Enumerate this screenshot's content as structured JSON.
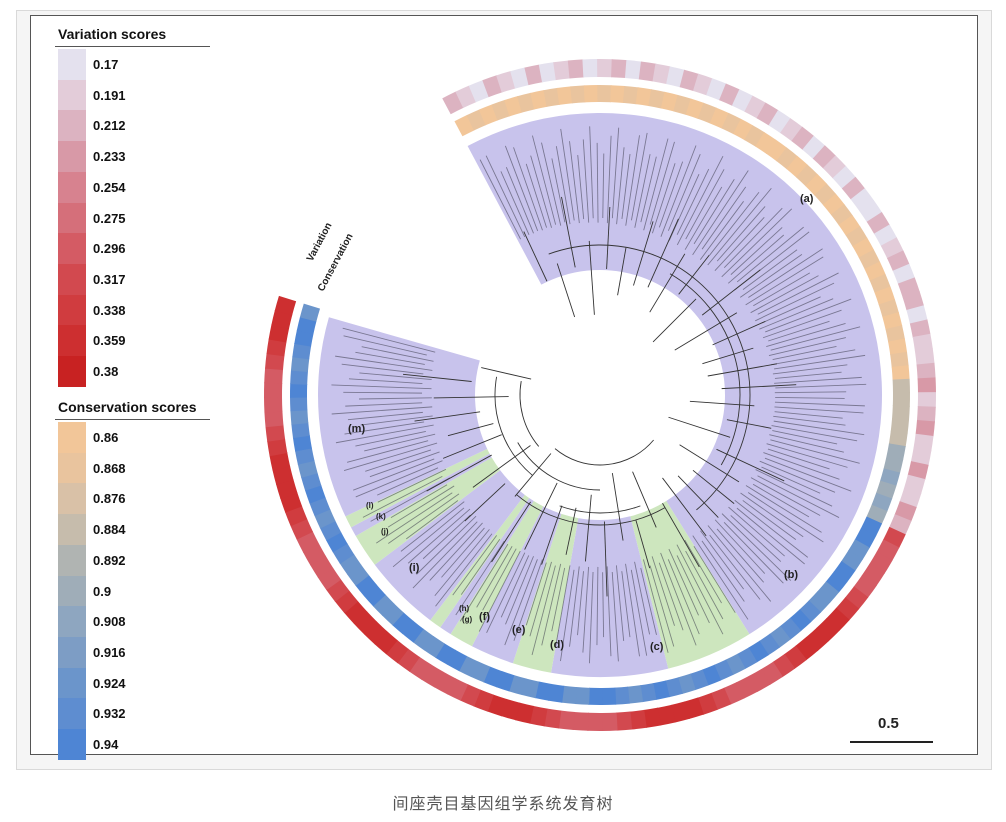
{
  "variation_legend": {
    "title": "Variation scores",
    "items": [
      {
        "value": "0.17",
        "color": "#e4e1ee"
      },
      {
        "value": "0.191",
        "color": "#e3ccd9"
      },
      {
        "value": "0.212",
        "color": "#dcb3c1"
      },
      {
        "value": "0.233",
        "color": "#d899a7"
      },
      {
        "value": "0.254",
        "color": "#d7828f"
      },
      {
        "value": "0.275",
        "color": "#d56f7a"
      },
      {
        "value": "0.296",
        "color": "#d45b64"
      },
      {
        "value": "0.317",
        "color": "#d2494f"
      },
      {
        "value": "0.338",
        "color": "#d03c3f"
      },
      {
        "value": "0.359",
        "color": "#cd2f30"
      },
      {
        "value": "0.38",
        "color": "#c82222"
      }
    ]
  },
  "conservation_legend": {
    "title": "Conservation scores",
    "items": [
      {
        "value": "0.86",
        "color": "#f2c699"
      },
      {
        "value": "0.868",
        "color": "#e9c49e"
      },
      {
        "value": "0.876",
        "color": "#d9c1a7"
      },
      {
        "value": "0.884",
        "color": "#c6bcac"
      },
      {
        "value": "0.892",
        "color": "#b0b4b2"
      },
      {
        "value": "0.9",
        "color": "#9fadb8"
      },
      {
        "value": "0.908",
        "color": "#8ea6c0"
      },
      {
        "value": "0.916",
        "color": "#7d9dc5"
      },
      {
        "value": "0.924",
        "color": "#6b95cb"
      },
      {
        "value": "0.932",
        "color": "#5e8dd0"
      },
      {
        "value": "0.94",
        "color": "#4e85d4"
      }
    ]
  },
  "ring_labels": {
    "variation": "Variation",
    "conservation": "Conservation"
  },
  "clades": [
    {
      "label": "(a)",
      "color": "#c8c3ec"
    },
    {
      "label": "(b)",
      "color": "#cde6be"
    },
    {
      "label": "(c)",
      "color": "#c8c3ec"
    },
    {
      "label": "(d)",
      "color": "#cde6be"
    },
    {
      "label": "(e)",
      "color": "#c8c3ec"
    },
    {
      "label": "(f)",
      "color": "#cde6be"
    },
    {
      "label": "(g)",
      "color": "#c8c3ec"
    },
    {
      "label": "(h)",
      "color": "#cde6be"
    },
    {
      "label": "(i)",
      "color": "#c8c3ec"
    },
    {
      "label": "(j)",
      "color": "#cde6be"
    },
    {
      "label": "(k)",
      "color": "#c8c3ec"
    },
    {
      "label": "(l)",
      "color": "#cde6be"
    },
    {
      "label": "(m)",
      "color": "#c8c3ec"
    }
  ],
  "scale": {
    "label": "0.5"
  },
  "caption": "间座壳目基因组学系统发育树"
}
